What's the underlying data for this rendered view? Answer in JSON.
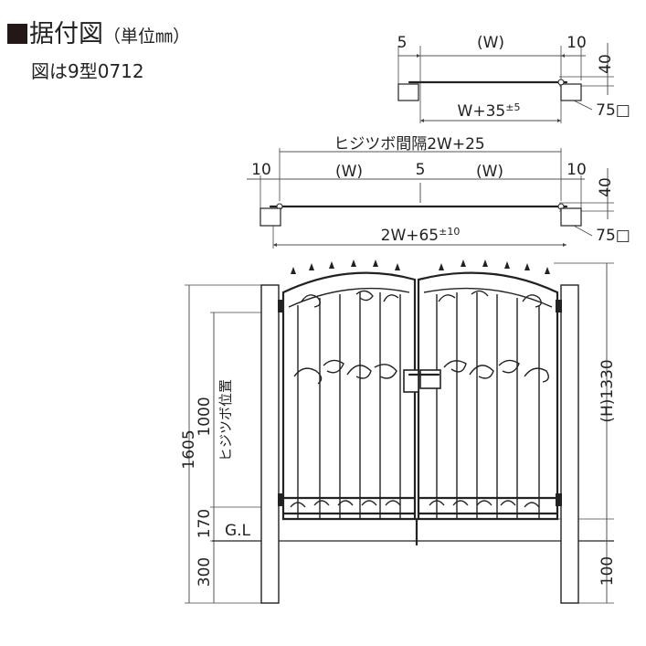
{
  "header": {
    "title": "据付図",
    "unit": "（単位㎜）",
    "subtitle": "図は9型0712"
  },
  "top_plan": {
    "left_gap": "5",
    "width": "(W)",
    "right_gap": "10",
    "depth": "40",
    "total_main": "W+35",
    "total_tol": "±5",
    "post_size": "75□"
  },
  "double_plan": {
    "hinge_spacing": "ヒジツボ間隔2W+25",
    "left_gap": "10",
    "left_width": "(W)",
    "center_gap": "5",
    "right_width": "(W)",
    "right_gap": "10",
    "depth": "40",
    "total_main": "2W+65",
    "total_tol": "±10",
    "post_size": "75□"
  },
  "elevation": {
    "total_height": "1605",
    "hinge_height": "1000",
    "hinge_label": "ヒジツボ位置",
    "bottom_clear": "170",
    "gl_label": "G.L",
    "embed_depth": "300",
    "gate_height": "(H)1330",
    "right_embed": "100"
  }
}
